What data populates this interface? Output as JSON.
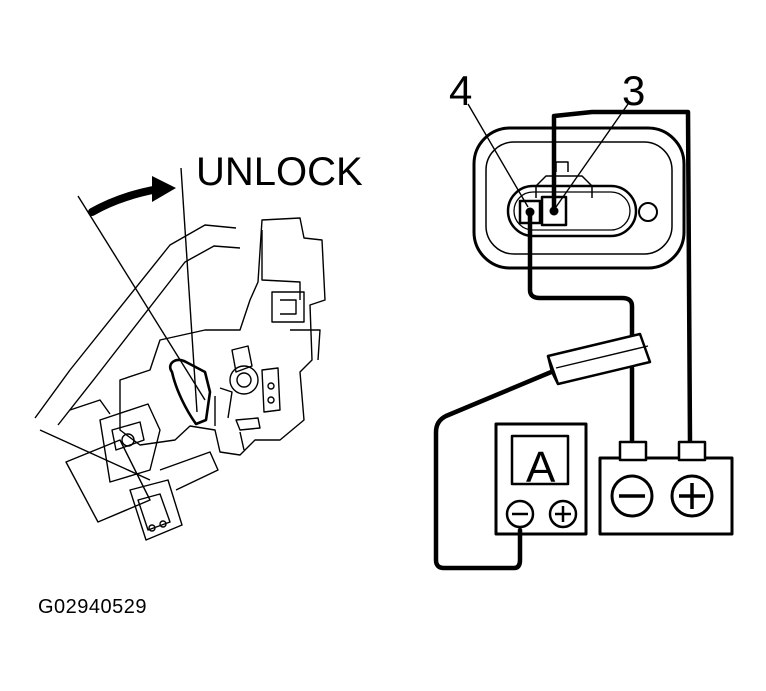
{
  "labels": {
    "direction": "UNLOCK",
    "terminal_a": "4",
    "terminal_b": "3",
    "meter_unit": "A",
    "figure_id": "G02940529"
  },
  "colors": {
    "ink": "#000000",
    "background": "#ffffff"
  }
}
